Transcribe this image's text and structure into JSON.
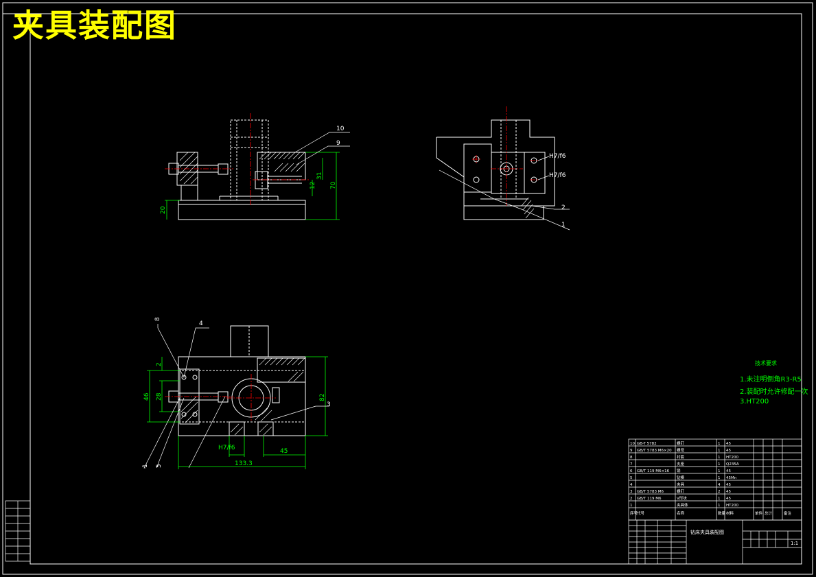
{
  "drawing": {
    "title": "夹具装配图",
    "colors": {
      "background": "#000000",
      "outline": "#ffffff",
      "dimension": "#00ff00",
      "centerline": "#ff0000",
      "hatch": "#ffffff",
      "title_text": "#ffff00"
    },
    "tech_requirements": {
      "heading": "技术要求",
      "lines": [
        "1.未注明倒角R3-R5",
        "2.装配时允许修配一次",
        "3.HT200"
      ]
    },
    "dimensions": {
      "front_view": [
        "20",
        "31",
        "12",
        "70"
      ],
      "plan_view": [
        "2",
        "28",
        "46",
        "82",
        "H7/f6",
        "45",
        "133.3"
      ],
      "side_view": [
        "H7/f6",
        "H7/f6"
      ]
    },
    "balloons": [
      "10",
      "9",
      "4",
      "8",
      "3",
      "1",
      "5",
      "2",
      "1"
    ],
    "parts_list": {
      "header": [
        "序号",
        "代号",
        "名称",
        "数量",
        "材料",
        "单件",
        "总计",
        "备注"
      ],
      "rows": [
        [
          "10",
          "GB-T 5782",
          "螺钉",
          "1",
          "45",
          "",
          "",
          ""
        ],
        [
          "9",
          "GB/T 5783 M6×20",
          "螺母",
          "1",
          "45",
          "",
          "",
          ""
        ],
        [
          "8",
          "",
          "衬套",
          "1",
          "HT200",
          "",
          "",
          ""
        ],
        [
          "7",
          "",
          "支座",
          "1",
          "Q235A",
          "",
          "",
          ""
        ],
        [
          "6",
          "GB/T 119 M6×16",
          "销",
          "1",
          "45",
          "",
          "",
          ""
        ],
        [
          "5",
          "",
          "钻模",
          "1",
          "45Mn",
          "",
          "",
          ""
        ],
        [
          "4",
          "",
          "夹具",
          "4",
          "45",
          "",
          "",
          ""
        ],
        [
          "3",
          "GB/T 5783 M6",
          "螺钉",
          "2",
          "45",
          "",
          "",
          ""
        ],
        [
          "2",
          "GB/T 119 M6",
          "V形块",
          "1",
          "45",
          "",
          "",
          ""
        ],
        [
          "1",
          "",
          "夹具体",
          "1",
          "HT200",
          "",
          "",
          ""
        ]
      ]
    },
    "title_block": {
      "name": "钻床夹具装配图",
      "scale": "1:1"
    }
  }
}
